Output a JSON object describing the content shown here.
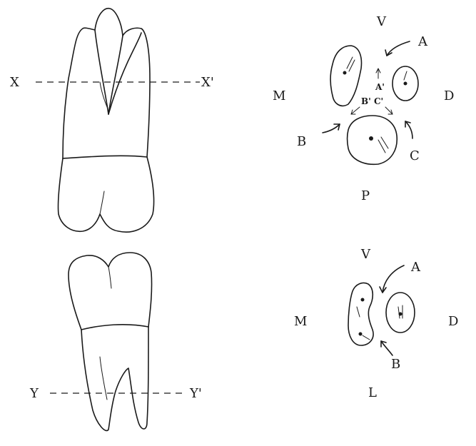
{
  "upper_tooth": {
    "section_line_left": "X",
    "section_line_right": "X'"
  },
  "lower_tooth": {
    "section_line_left": "Y",
    "section_line_right": "Y'"
  },
  "upper_section": {
    "top": "V",
    "left": "M",
    "right": "D",
    "bottom": "P",
    "pointer_a": "A",
    "pointer_b": "B",
    "pointer_c": "C",
    "inner_a": "A'",
    "inner_bc": "B' C'"
  },
  "lower_section": {
    "top": "V",
    "left": "M",
    "right": "D",
    "bottom": "L",
    "pointer_a": "A",
    "pointer_b": "B"
  }
}
